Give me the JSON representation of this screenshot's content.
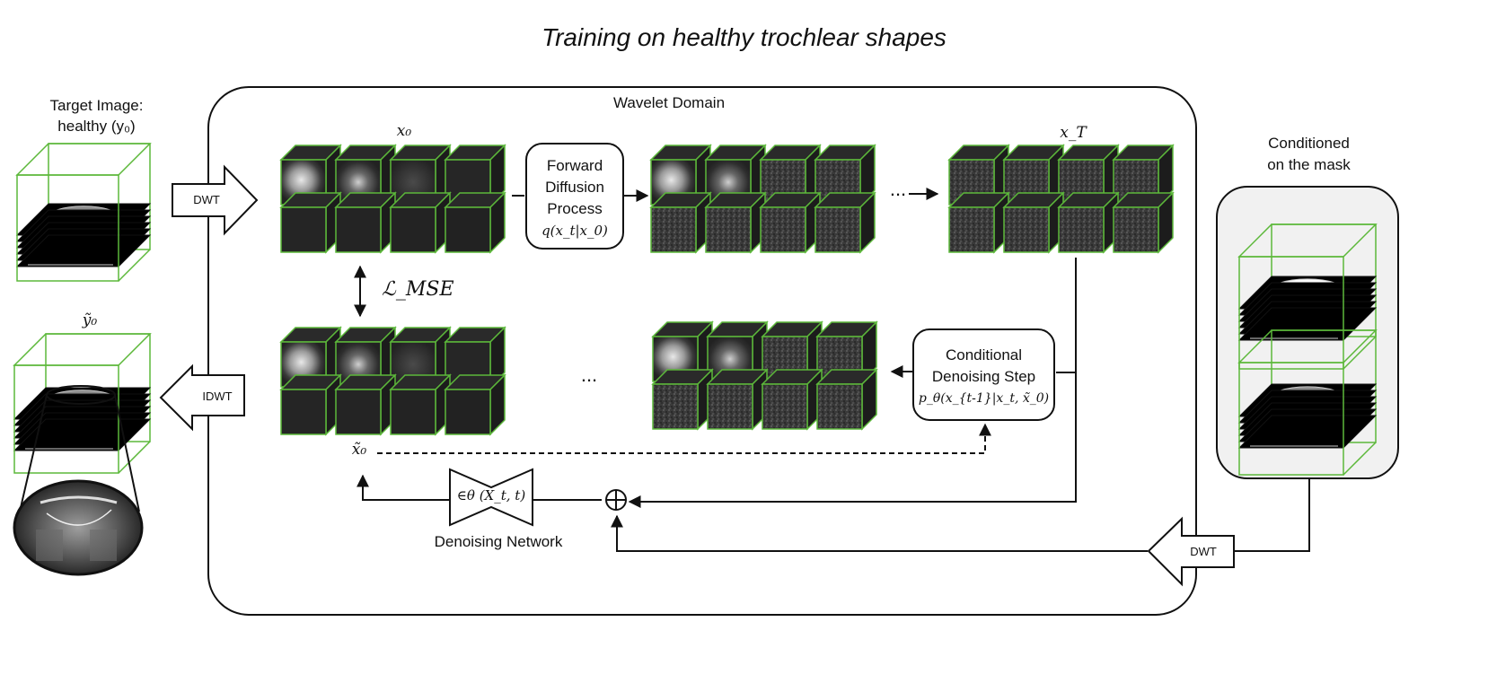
{
  "title": "Training on healthy trochlear shapes",
  "labels": {
    "wavelet_domain": "Wavelet Domain",
    "target_image_line1": "Target Image:",
    "target_image_line2": "healthy (y₀)",
    "y_tilde": "ỹ₀",
    "conditioned_line1": "Conditioned",
    "conditioned_line2": "on the mask",
    "x0": "x₀",
    "xT": "x_T",
    "x_tilde": "x̃₀",
    "loss": "ℒ_MSE",
    "ellipsis_top": "...",
    "ellipsis_bottom": "...",
    "denoising_network": "Denoising Network",
    "network_formula": "∈θ (X_t, t)",
    "plus": "⊕"
  },
  "arrows": {
    "dwt_left": "DWT",
    "idwt": "IDWT",
    "dwt_right": "DWT"
  },
  "boxes": {
    "forward": {
      "line1": "Forward",
      "line2": "Diffusion",
      "line3": "Process",
      "formula": "q(x_t|x_0)"
    },
    "denoise": {
      "line1": "Conditional",
      "line2": "Denoising Step",
      "formula": "p_θ(x_{t-1}|x_t, x̃_0)"
    }
  },
  "colors": {
    "cube_edge": "#5cb83a",
    "cube_face": "#1a1a1a",
    "panel_bg": "#f1f1f1",
    "line": "#111111"
  }
}
